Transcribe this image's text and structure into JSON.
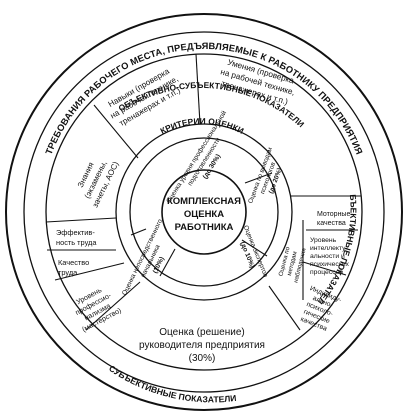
{
  "ring_arc_labels": {
    "top_outer": "ТРЕБОВАНИЯ РАБОЧЕГО МЕСТА, ПРЕДЪЯВЛЯЕМЫЕ К РАБОТНИКУ ПРЕДПРИЯТИЯ",
    "top_inner": "ОБЪЕКТИВНО-СУБЪЕКТИВНЫЕ ПОКАЗАТЕЛИ",
    "right": "ОБЪЕКТИВНЫЕ ПОКАЗАТЕЛИ",
    "bottom": "СУБЪЕКТИВНЫЕ ПОКАЗАТЕЛИ",
    "criteria": "КРИТЕРИИ ОЦЕНКИ"
  },
  "center": {
    "line1": "КОМПЛЕКСНАЯ",
    "line2": "ОЦЕНКА",
    "line3": "РАБОТНИКА"
  },
  "inner_segments": {
    "top": [
      "Оценка уровня профессиональной",
      "подготовленности",
      "(до 30%)"
    ],
    "right_top": [
      "Оценка по выводам",
      "психологов",
      "(до 20%)"
    ],
    "right_bottom": [
      "Оценка экспертов",
      "(до 10%)"
    ],
    "left": [
      "Оценка непосредственного",
      "начальника",
      "(10%)"
    ]
  },
  "outer_segments": {
    "skills": [
      "Навыки (проверка",
      "на рабочей технике,",
      "тренажерах и т.п.)"
    ],
    "abilities": [
      "Умения (проверка",
      "на рабочей технике,",
      "тренажерах и т.п.)"
    ],
    "knowledge": [
      "Знания",
      "(экзамены,",
      "зачеты, АОС)"
    ],
    "efficiency": [
      "Эффектив-",
      "ность труда"
    ],
    "quality": [
      "Качество",
      "труда"
    ],
    "mastery": [
      "Уровень",
      "профессио-",
      "нализма",
      "(мастерство)"
    ],
    "manager": [
      "Оценка (решение)",
      "руководителя предприятия",
      "(30%)"
    ],
    "motor": [
      "Моторные",
      "качества"
    ],
    "intellect": [
      "Уровень",
      "интеллекту-",
      "альности и",
      "психических",
      "процессов"
    ],
    "individual": [
      "Индивиду-",
      "ально-",
      "психоло-",
      "гические",
      "качества"
    ],
    "right_inner": [
      "Оценка по",
      "методам",
      "наблюдения"
    ]
  }
}
